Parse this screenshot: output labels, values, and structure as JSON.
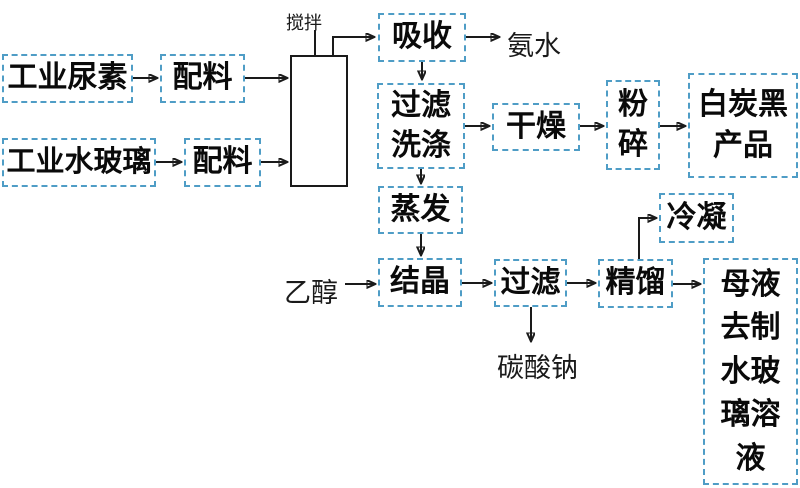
{
  "diagram": {
    "description": "Process flow diagram for white carbon black production",
    "colors": {
      "box_border": "#4f9dc6",
      "text": "#0a0a0a",
      "line": "#1a1a1a",
      "background": "#ffffff"
    },
    "nodes": {
      "industrial_urea": {
        "label": "工业尿素"
      },
      "batching_1": {
        "label": "配料"
      },
      "industrial_water_glass": {
        "label": "工业水玻璃"
      },
      "batching_2": {
        "label": "配料"
      },
      "absorption": {
        "label": "吸收"
      },
      "filtration_washing": {
        "lines": [
          "过滤",
          "洗涤"
        ]
      },
      "drying": {
        "label": "干燥"
      },
      "crushing": {
        "lines": [
          "粉",
          "碎"
        ]
      },
      "white_carbon_black_product": {
        "lines": [
          "白炭黑",
          "产品"
        ]
      },
      "evaporation": {
        "label": "蒸发"
      },
      "crystallization": {
        "label": "结晶"
      },
      "filtration": {
        "label": "过滤"
      },
      "rectification": {
        "label": "精馏"
      },
      "condensation": {
        "label": "冷凝"
      },
      "mother_liquor_to_water_glass": {
        "lines": [
          "母液",
          "去制",
          "水玻",
          "璃溶",
          "液"
        ]
      }
    },
    "free_labels": {
      "stirring": "搅拌",
      "ammonia_water": "氨水",
      "ethanol": "乙醇",
      "sodium_carbonate": "碳酸钠"
    }
  }
}
